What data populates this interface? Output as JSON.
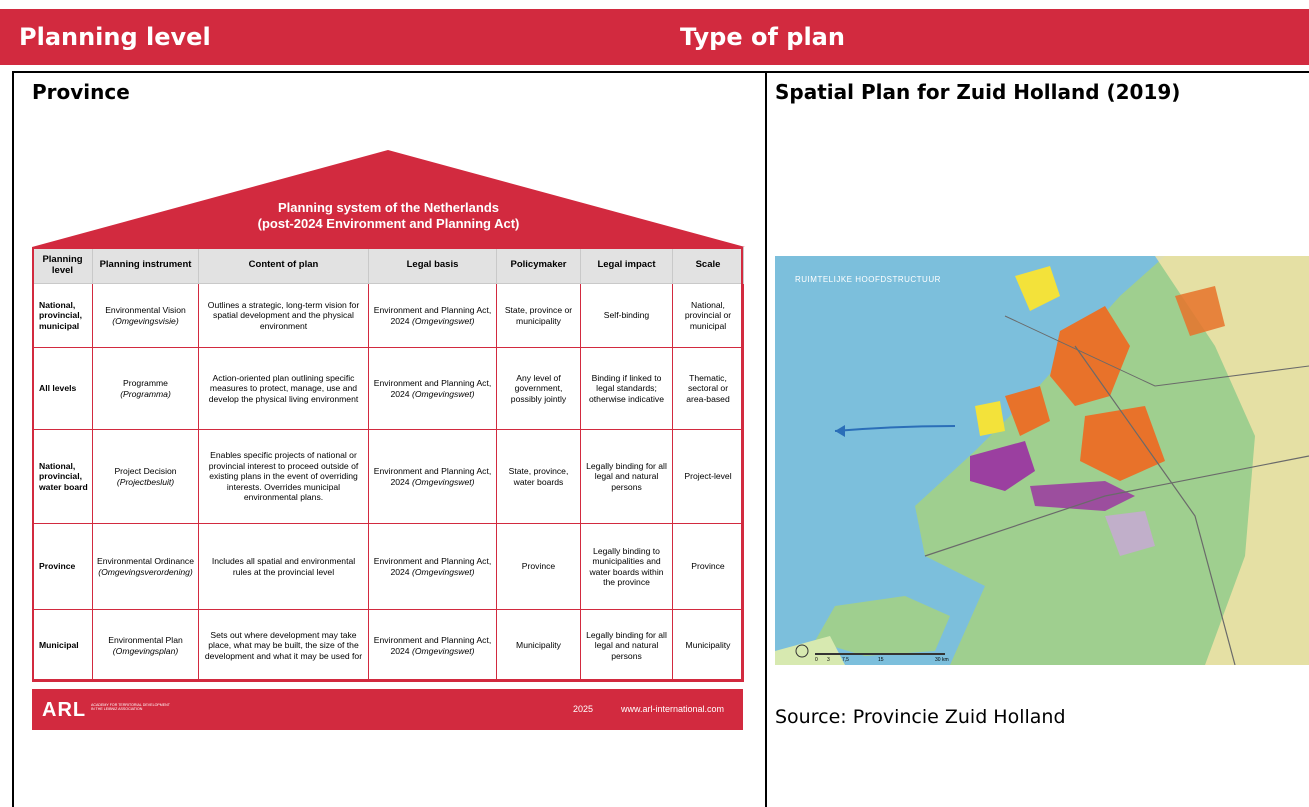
{
  "header": {
    "planning_level": "Planning level",
    "type_of_plan": "Type of plan"
  },
  "left_cell": {
    "title": "Province"
  },
  "right_cell": {
    "title": "Spatial Plan for Zuid Holland (2019)",
    "source": "Source: Provincie Zuid Holland"
  },
  "infographic": {
    "title_line1": "Planning system of the Netherlands",
    "title_line2": "(post-2024 Environment and Planning Act)",
    "columns": [
      "Planning level",
      "Planning instrument",
      "Content of plan",
      "Legal basis",
      "Policymaker",
      "Legal impact",
      "Scale"
    ],
    "rows": [
      {
        "level": "National, provincial, municipal",
        "instrument": "Environmental Vision",
        "instrument_native": "(Omgevingsvisie)",
        "content": "Outlines a strategic, long-term vision for spatial development and the physical environment",
        "legal_basis": "Environment and Planning Act, 2024",
        "legal_basis_native": "(Omgevingswet)",
        "policymaker": "State, province or municipality",
        "legal_impact": "Self-binding",
        "scale": "National, provincial or municipal"
      },
      {
        "level": "All levels",
        "instrument": "Programme",
        "instrument_native": "(Programma)",
        "content": "Action-oriented plan outlining specific measures to protect, manage, use and develop the physical living environment",
        "legal_basis": "Environment and Planning Act, 2024",
        "legal_basis_native": "(Omgevingswet)",
        "policymaker": "Any level of government, possibly jointly",
        "legal_impact": "Binding if linked to legal standards; otherwise indicative",
        "scale": "Thematic, sectoral or area-based"
      },
      {
        "level": "National, provincial, water board",
        "instrument": "Project Decision",
        "instrument_native": "(Projectbesluit)",
        "content": "Enables specific projects of national or provincial interest to proceed outside of existing plans in the event of overriding interests. Overrides municipal environmental plans.",
        "legal_basis": "Environment and Planning Act, 2024",
        "legal_basis_native": "(Omgevingswet)",
        "policymaker": "State, province, water boards",
        "legal_impact": "Legally binding for all legal and natural persons",
        "scale": "Project-level"
      },
      {
        "level": "Province",
        "instrument": "Environmental Ordinance",
        "instrument_native": "(Omgevingsverordening)",
        "content": "Includes all spatial and environmental rules at the provincial level",
        "legal_basis": "Environment and Planning Act, 2024",
        "legal_basis_native": "(Omgevingswet)",
        "policymaker": "Province",
        "legal_impact": "Legally binding to municipalities and water boards within the province",
        "scale": "Province"
      },
      {
        "level": "Municipal",
        "instrument": "Environmental Plan",
        "instrument_native": "(Omgevingsplan)",
        "content": "Sets out where development may take place, what may be built, the size of the development and what it may be used for",
        "legal_basis": "Environment and Planning Act, 2024",
        "legal_basis_native": "(Omgevingswet)",
        "policymaker": "Municipality",
        "legal_impact": "Legally binding for all legal and natural persons",
        "scale": "Municipality"
      }
    ],
    "footer": {
      "logo": "ARL",
      "tagline": "ACADEMY FOR TERRITORIAL DEVELOPMENT IN THE LEIBNIZ ASSOCIATION",
      "year": "2025",
      "url": "www.arl-international.com"
    }
  },
  "map": {
    "label": "RUIMTELIJKE HOOFDSTRUCTUUR",
    "scale_ticks": [
      "0",
      "3",
      "7,5",
      "15",
      "30 km"
    ],
    "colors": {
      "sea": "#7cbfdc",
      "land": "#9fcf8f",
      "urban": "#e8722a",
      "water": "#9b3fa0",
      "brand": "#d22a3f"
    }
  }
}
